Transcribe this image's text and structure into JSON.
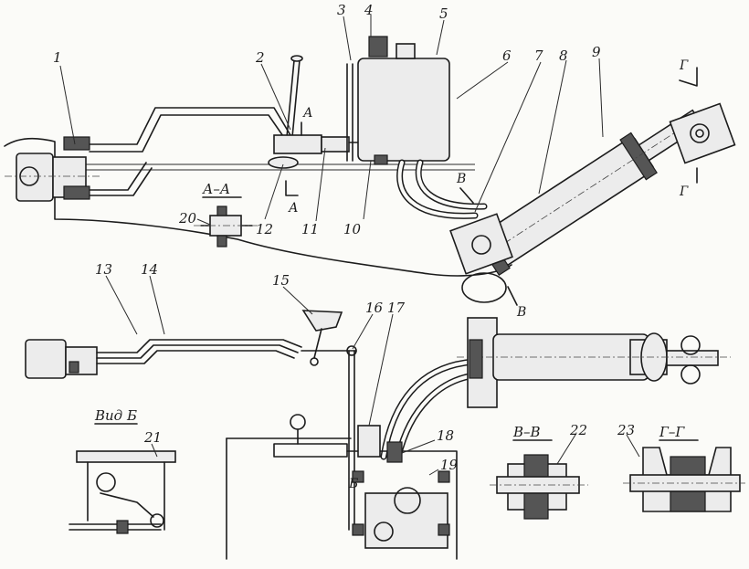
{
  "labels": {
    "l1": "1",
    "l2": "2",
    "l3": "3",
    "l4": "4",
    "l5": "5",
    "l6": "6",
    "l7": "7",
    "l8": "8",
    "l9": "9",
    "l10": "10",
    "l11": "11",
    "l12": "12",
    "l13": "13",
    "l14": "14",
    "l15": "15",
    "l16": "16",
    "l17": "17",
    "l18": "18",
    "l19": "19",
    "l20": "20",
    "l21": "21",
    "l22": "22",
    "l23": "23"
  },
  "sections": {
    "aa": "А–А",
    "vv": "В–В",
    "gg": "Г–Г",
    "view_b": "Вид Б"
  },
  "markers": {
    "a": "А",
    "v": "В",
    "g": "Г",
    "b": "Б"
  }
}
